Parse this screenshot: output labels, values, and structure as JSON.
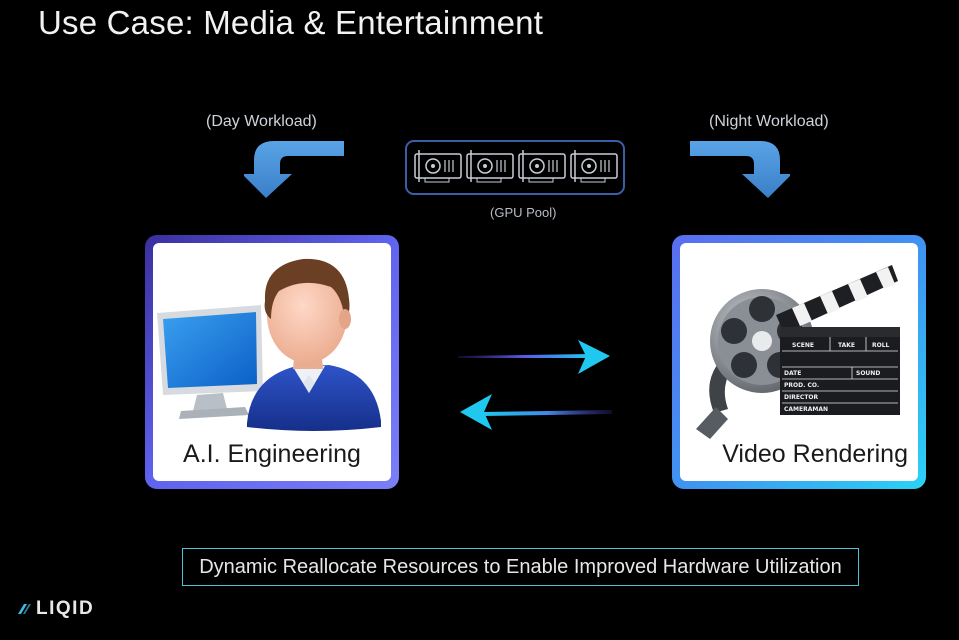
{
  "title": "Use Case:  Media & Entertainment",
  "day_workload_label": "(Day Workload)",
  "night_workload_label": "(Night Workload)",
  "gpu_pool": {
    "label": "(GPU Pool)",
    "gpu_count": 4
  },
  "panels": {
    "ai": {
      "label": "A.I. Engineering"
    },
    "video": {
      "label": "Video Rendering",
      "clapper_fields": [
        "SCENE",
        "TAKE",
        "ROLL",
        "DATE",
        "SOUND",
        "PROD. CO.",
        "DIRECTOR",
        "CAMERAMAN"
      ]
    }
  },
  "banner": "Dynamic Reallocate Resources to Enable Improved Hardware Utilization",
  "logo": {
    "text": "LIQID"
  },
  "colors": {
    "background": "#000000",
    "curved_arrow": "#4a8fd6",
    "swap_arrow": "#20c8f0",
    "banner_border": "#4fc4d8",
    "gpu_border": "#3a5fa8"
  }
}
